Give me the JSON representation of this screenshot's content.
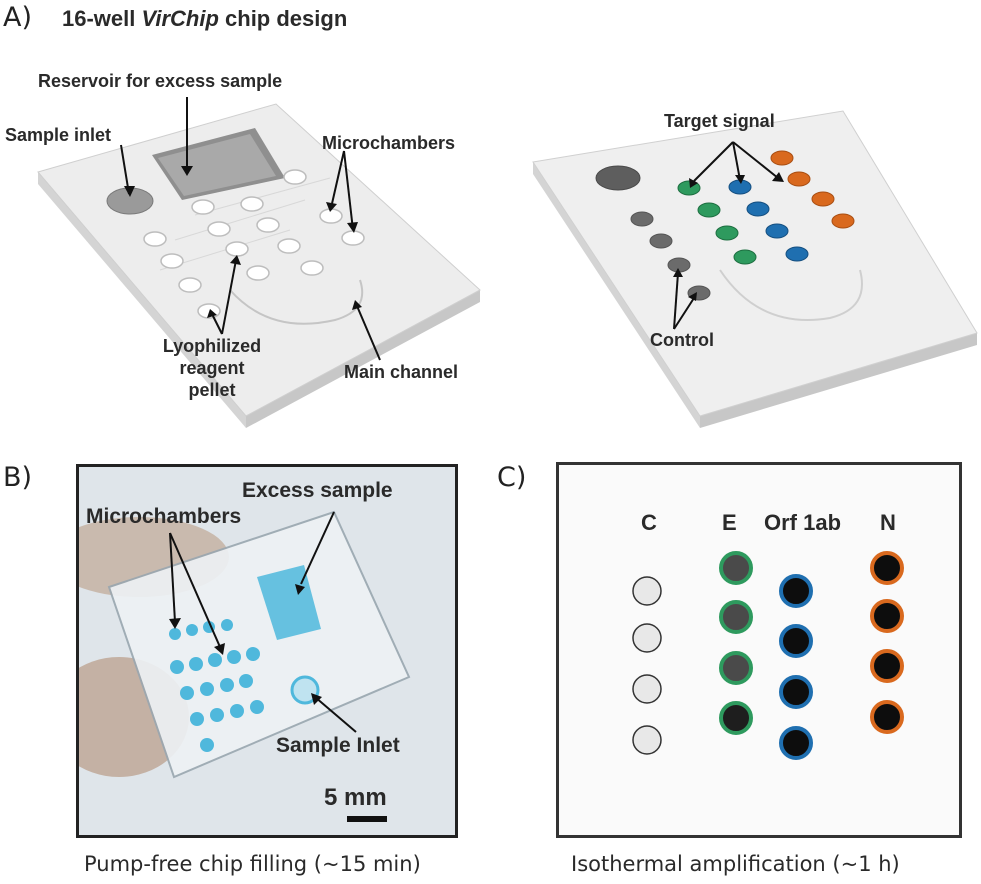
{
  "panel_a": {
    "label": "A)",
    "title_prefix": "16-well ",
    "title_italic": "VirChip",
    "title_suffix": " chip design",
    "annotations": {
      "reservoir": "Reservoir for excess sample",
      "sample_inlet": "Sample inlet",
      "microchambers": "Microchambers",
      "lyophilized_line1": "Lyophilized",
      "lyophilized_line2": "reagent",
      "lyophilized_line3": "pellet",
      "main_channel": "Main channel",
      "target_signal": "Target signal",
      "control": "Control"
    }
  },
  "panel_b": {
    "label": "B)",
    "annotations": {
      "excess_sample": "Excess sample",
      "microchambers": "Microchambers",
      "sample_inlet": "Sample Inlet",
      "scale": "5 mm"
    },
    "caption": "Pump-free chip filling (~15 min)"
  },
  "panel_c": {
    "label": "C)",
    "columns": [
      "C",
      "E",
      "Orf 1ab",
      "N"
    ],
    "caption": "Isothermal amplification (~1 h)"
  },
  "colors": {
    "green": "#2e9a5e",
    "blue": "#1f6fb0",
    "orange": "#d9691e",
    "gray": "#6b6b6b",
    "sample_blue": "#4fb8dc"
  }
}
